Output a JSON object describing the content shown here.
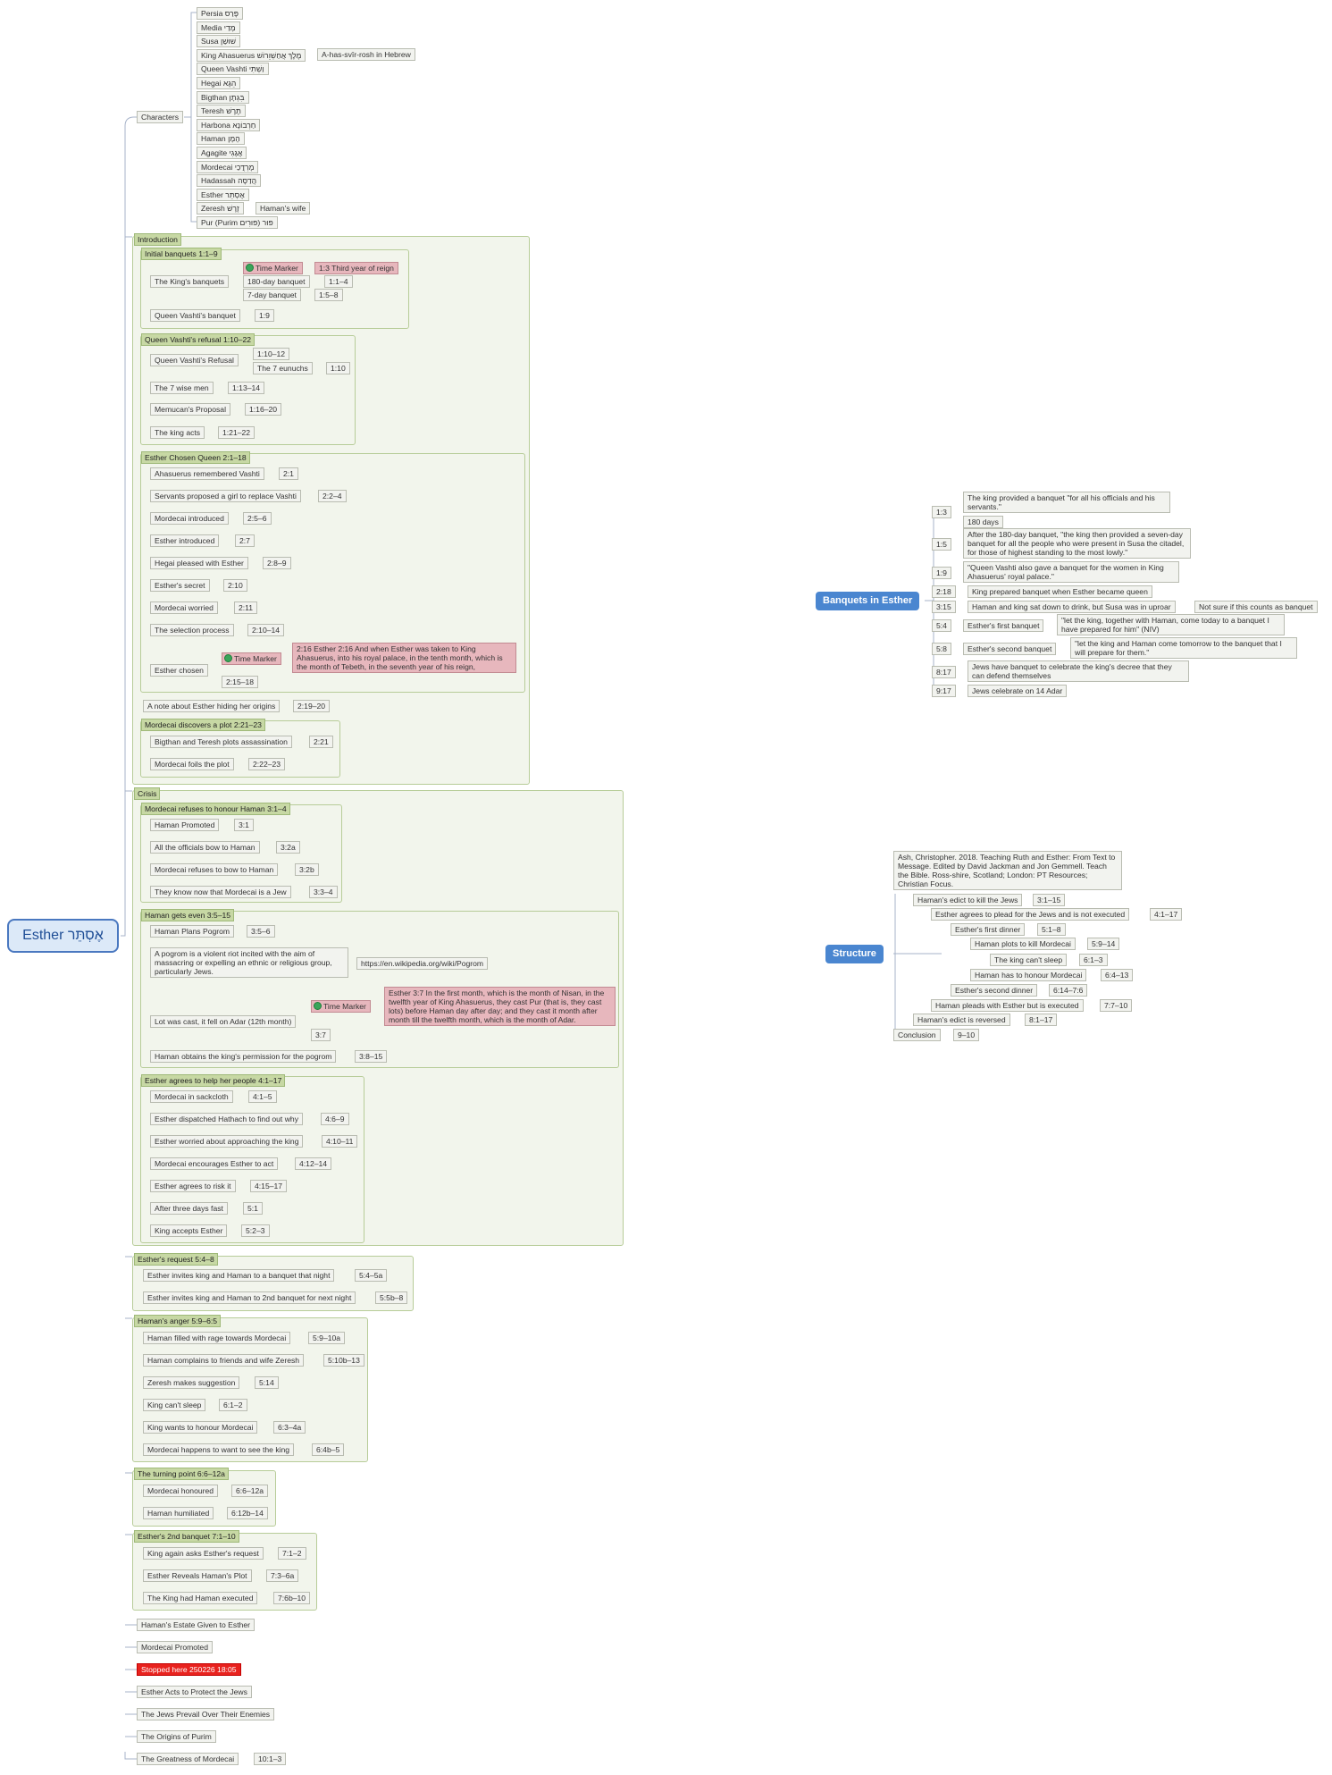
{
  "central_topic": "Esther אֶסְתֵּר",
  "characters": {
    "label": "Characters",
    "items": [
      "Persia פָּרַס",
      "Media מָדַי",
      "Susa שׁוּשַׁן",
      "King Ahasuerus מֶלֶךְ אֲחַשְׁוֵרוֹשׁ",
      "Queen Vashti וַשְׁתִּי",
      "Hegai הֵגֶא",
      "Bigthan בִּגְתָן",
      "Teresh תֶּרֶשׁ",
      "Harbona חַרְבוֹנָא",
      "Haman הָמָן",
      "Agagite אֲגָגִי",
      "Mordecai מָרְדֳּכַי",
      "Hadassah הֲדַסָּה",
      "Esther אֶסְתֵּר",
      "Zeresh זֶרֶשׁ",
      "Pur (Purim פּוּר (פּוּרִים"
    ],
    "ahasuerus_note": "A-has-svīr-rosh in Hebrew",
    "zeresh_note": "Haman's wife"
  },
  "labels": {
    "time_marker": "Time Marker"
  },
  "introduction": {
    "label": "Introduction",
    "initial": {
      "label": "Initial banquets 1:1–9",
      "kings_banquets": "The King's banquets",
      "third_year": "1:3 Third year of reign",
      "day180": "180-day banquet",
      "day180_ref": "1:1–4",
      "day7": "7-day banquet",
      "day7_ref": "1:5–8",
      "vashti_banquet": "Queen Vashti's banquet",
      "vashti_banquet_ref": "1:9"
    },
    "refusal": {
      "label": "Queen Vashti's refusal 1:10–22",
      "refusal": "Queen Vashti's Refusal",
      "refusal_ref": "1:10–12",
      "eunuchs": "The 7 eunuchs",
      "eunuchs_ref": "1:10",
      "wise": "The 7 wise men",
      "wise_ref": "1:13–14",
      "memucan": "Memucan's Proposal",
      "memucan_ref": "1:16–20",
      "acts": "The king acts",
      "acts_ref": "1:21–22"
    },
    "chosen": {
      "label": "Esther Chosen Queen 2:1–18",
      "r1": "Ahasuerus remembered Vashti",
      "r1_ref": "2:1",
      "r2": "Servants proposed a girl to replace Vashti",
      "r2_ref": "2:2–4",
      "r3": "Mordecai introduced",
      "r3_ref": "2:5–6",
      "r4": "Esther introduced",
      "r4_ref": "2:7",
      "r5": "Hegai pleased with Esther",
      "r5_ref": "2:8–9",
      "r6": "Esther's secret",
      "r6_ref": "2:10",
      "r7": "Mordecai worried",
      "r7_ref": "2:11",
      "r8": "The selection process",
      "r8_ref": "2:10–14",
      "r9": "Esther chosen",
      "r9_ref": "2:15–18",
      "r9_note": "2:16 Esther 2:16 And when Esther was taken to King Ahasuerus, into his royal palace, in the tenth month, which is the month of Tebeth, in the seventh year of his reign,"
    },
    "hiding": "A note about Esther hiding her origins",
    "hiding_ref": "2:19–20",
    "plot": {
      "label": "Mordecai discovers a plot 2:21–23",
      "r1": "Bigthan and Teresh plots assassination",
      "r1_ref": "2:21",
      "r2": "Mordecai foils the plot",
      "r2_ref": "2:22–23"
    }
  },
  "crisis": {
    "label": "Crisis",
    "refuses": {
      "label": "Mordecai refuses to honour Haman 3:1–4",
      "r1": "Haman Promoted",
      "r1_ref": "3:1",
      "r2": "All the officials bow to Haman",
      "r2_ref": "3:2a",
      "r3": "Mordecai refuses to bow to Haman",
      "r3_ref": "3:2b",
      "r4": "They know now that Mordecai is a Jew",
      "r4_ref": "3:3–4"
    },
    "even": {
      "label": "Haman gets even 3:5–15",
      "r1": "Haman Plans Pogrom",
      "r1_ref": "3:5–6",
      "pogrom_def": "A pogrom is a violent riot incited with the aim of massacring or expelling an ethnic or religious group, particularly Jews.",
      "pogrom_url": "https://en.wikipedia.org/wiki/Pogrom",
      "lot": "Lot was cast, it fell on Adar (12th month)",
      "lot_ref": "3:7",
      "lot_note": "Esther 3:7 In the first month, which is the month of Nisan, in the twelfth year of King Ahasuerus, they cast Pur (that is, they cast lots) before Haman day after day; and they cast it month after month till the twelfth month, which is the month of Adar.",
      "perm": "Haman obtains the king's permission for the pogrom",
      "perm_ref": "3:8–15"
    },
    "help": {
      "label": "Esther agrees to help her people 4:1–17",
      "r1": "Mordecai in sackcloth",
      "r1_ref": "4:1–5",
      "r2": "Esther dispatched Hathach to find out why",
      "r2_ref": "4:6–9",
      "r3": "Esther worried about approaching the king",
      "r3_ref": "4:10–11",
      "r4": "Mordecai encourages Esther to act",
      "r4_ref": "4:12–14",
      "r5": "Esther agrees to risk it",
      "r5_ref": "4:15–17",
      "r6": "After three days fast",
      "r6_ref": "5:1",
      "r7": "King accepts Esther",
      "r7_ref": "5:2–3"
    }
  },
  "request": {
    "label": "Esther's request 5:4–8",
    "r1": "Esther invites king and Haman to a banquet that night",
    "r1_ref": "5:4–5a",
    "r2": "Esther invites king and Haman to 2nd banquet for next night",
    "r2_ref": "5:5b–8"
  },
  "anger": {
    "label": "Haman's anger 5:9–6:5",
    "r1": "Haman filled with rage towards Mordecai",
    "r1_ref": "5:9–10a",
    "r2": "Haman complains to friends and wife Zeresh",
    "r2_ref": "5:10b–13",
    "r3": "Zeresh makes suggestion",
    "r3_ref": "5:14",
    "r4": "King can't sleep",
    "r4_ref": "6:1–2",
    "r5": "King wants to honour Mordecai",
    "r5_ref": "6:3–4a",
    "r6": "Mordecai happens to want to see the king",
    "r6_ref": "6:4b–5"
  },
  "turning": {
    "label": "The turning point 6:6–12a",
    "r1": "Mordecai honoured",
    "r1_ref": "6:6–12a",
    "r2": "Haman humiliated",
    "r2_ref": "6:12b–14"
  },
  "second": {
    "label": "Esther's 2nd banquet 7:1–10",
    "r1": "King again asks Esther's request",
    "r1_ref": "7:1–2",
    "r2": "Esther Reveals Haman's Plot",
    "r2_ref": "7:3–6a",
    "r3": "The King had Haman executed",
    "r3_ref": "7:6b–10"
  },
  "tail": {
    "estate": "Haman's Estate Given to Esther",
    "promoted": "Mordecai Promoted",
    "stopped": "Stopped here 250226 18:05",
    "acts": "Esther Acts to Protect the Jews",
    "prevail": "The Jews Prevail Over Their Enemies",
    "origins": "The Origins of Purim",
    "greatness": "The Greatness of Mordecai",
    "greatness_ref": "10:1–3"
  },
  "banquets": {
    "title": "Banquets in Esther",
    "b1_ref": "1:3",
    "b1_t1": "The king provided a banquet \"for all his officials and his servants.\"",
    "b1_t2": "180 days",
    "b2_ref": "1:5",
    "b2_t": "After the 180-day banquet, \"the king then provided a seven-day banquet for all the people who were present in Susa the citadel, for those of highest standing to the most lowly.\"",
    "b3_ref": "1:9",
    "b3_t": "\"Queen Vashti also gave a banquet for the women in King Ahasuerus' royal palace.\"",
    "b4_ref": "2:18",
    "b4_t": "King prepared banquet when Esther became queen",
    "b5_ref": "3:15",
    "b5_t": "Haman and king sat down to drink, but Susa was in uproar",
    "b5_note": "Not sure if this counts as banquet",
    "b6_ref": "5:4",
    "b6_t": "Esther's first banquet",
    "b6_q": "\"let the king, together with Haman, come today to a banquet I have prepared for him\" (NIV)",
    "b7_ref": "5:8",
    "b7_t": "Esther's second banquet",
    "b7_q": "\"let the king and Haman come tomorrow to the banquet that I will prepare for them.\"",
    "b8_ref": "8:17",
    "b8_t": "Jews have banquet to celebrate the king's decree that they can defend themselves",
    "b9_ref": "9:17",
    "b9_t": "Jews celebrate on 14 Adar"
  },
  "structure": {
    "title": "Structure",
    "citation": "Ash, Christopher. 2018. Teaching Ruth and Esther: From Text to Message. Edited by David Jackman and Jon Gemmell. Teach the Bible. Ross-shire, Scotland; London: PT Resources; Christian Focus.",
    "s1": "Haman's edict to kill the Jews",
    "s1_ref": "3:1–15",
    "s2": "Esther agrees to plead for the Jews and is not executed",
    "s2_ref": "4:1–17",
    "s3": "Esther's first dinner",
    "s3_ref": "5:1–8",
    "s4": "Haman plots to kill Mordecai",
    "s4_ref": "5:9–14",
    "s5": "The king can't sleep",
    "s5_ref": "6:1–3",
    "s6": "Haman has to honour Mordecai",
    "s6_ref": "6:4–13",
    "s7": "Esther's second dinner",
    "s7_ref": "6:14–7:6",
    "s8": "Haman pleads with Esther but is executed",
    "s8_ref": "7:7–10",
    "s9": "Haman's edict is reversed",
    "s9_ref": "8:1–17",
    "s10": "Conclusion",
    "s10_ref": "9–10"
  }
}
